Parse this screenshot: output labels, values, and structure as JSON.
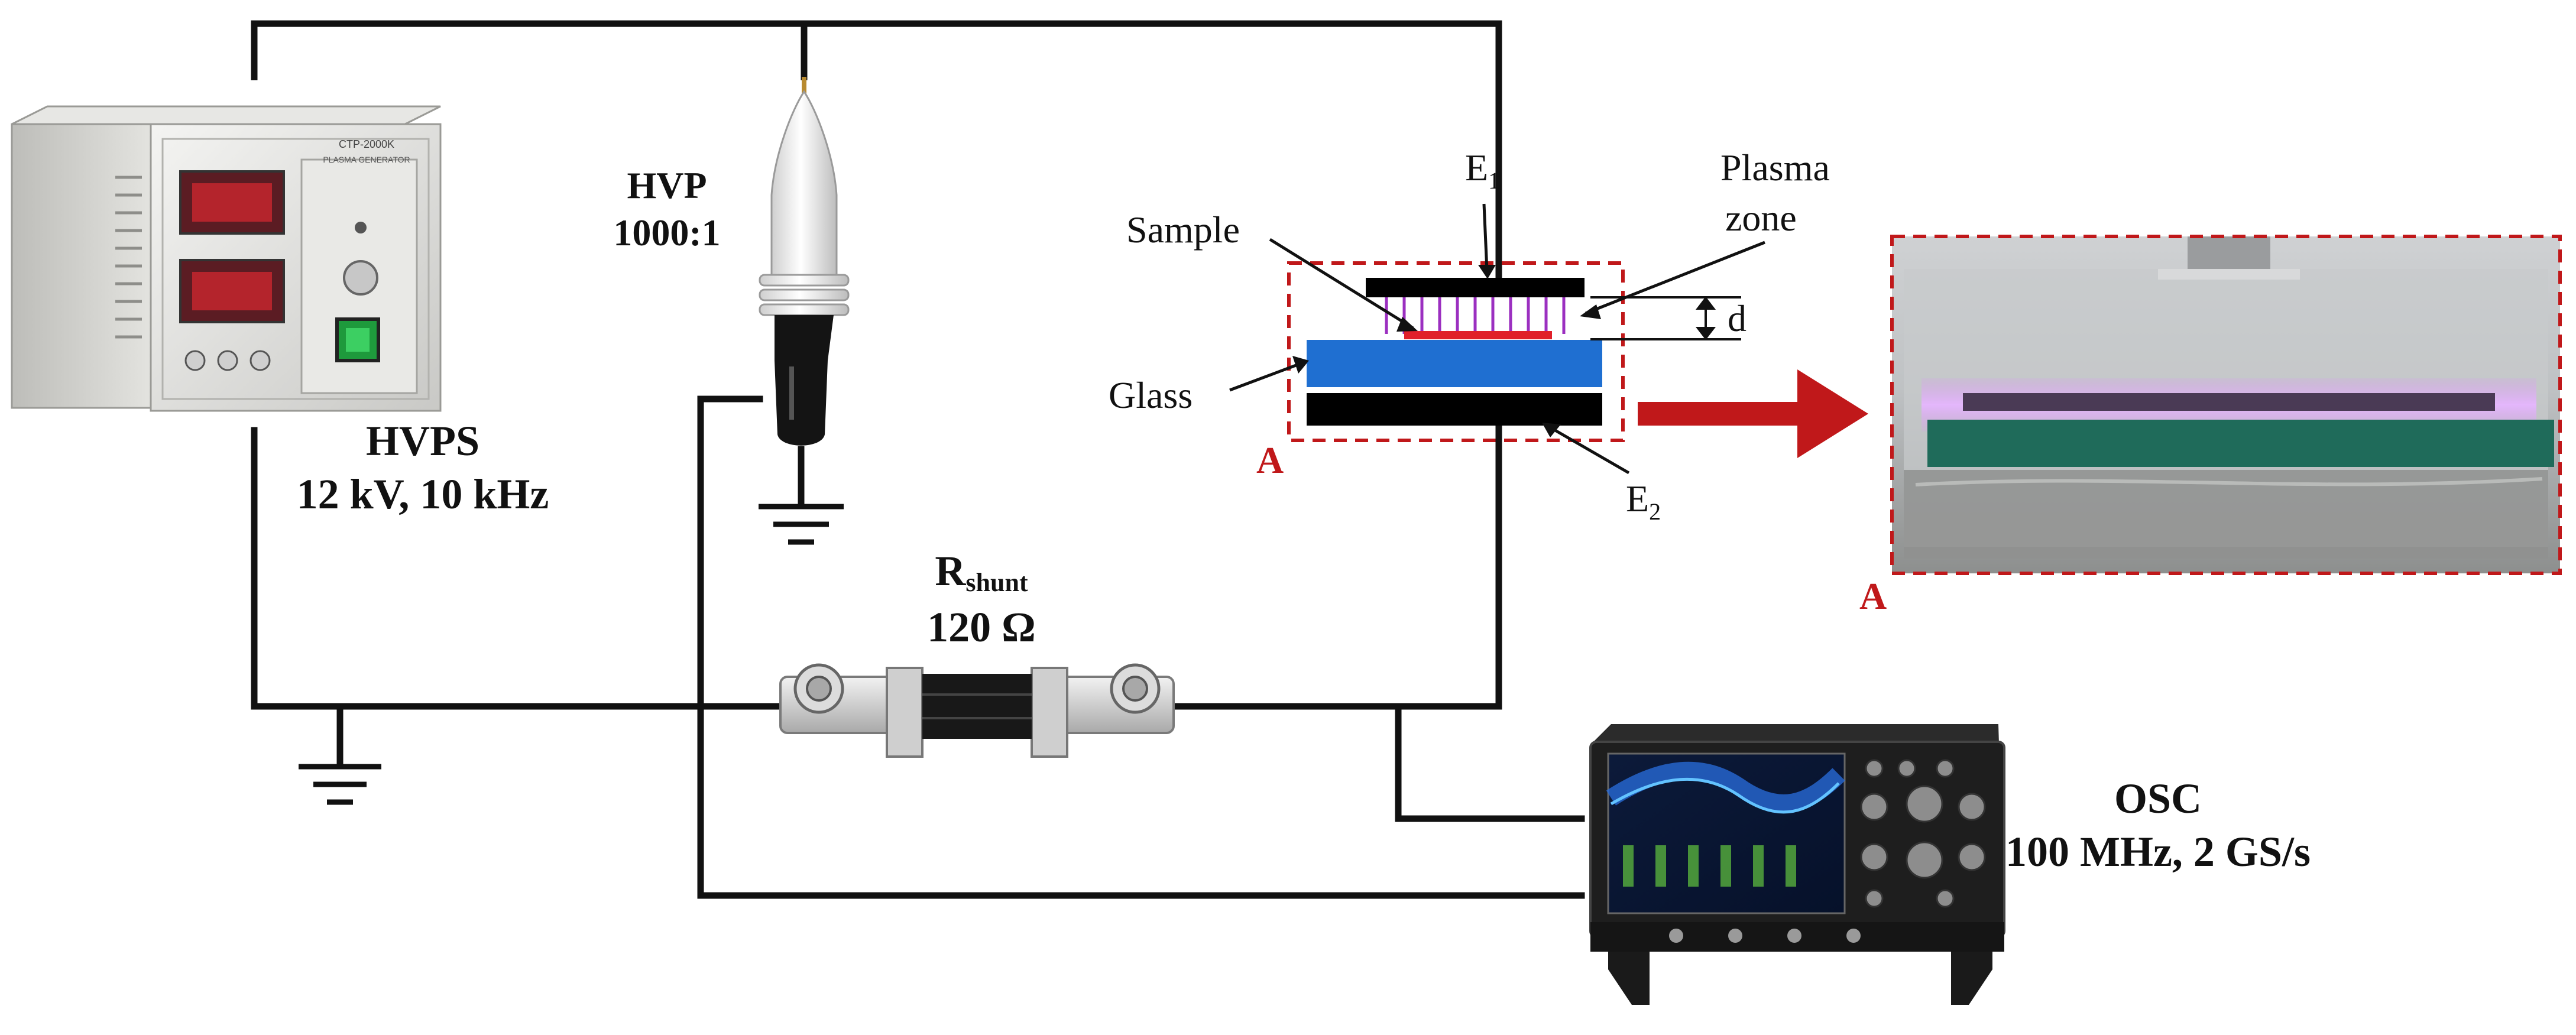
{
  "labels": {
    "hvps_name": "HVPS",
    "hvps_spec": "12 kV, 10 kHz",
    "hvp_name": "HVP",
    "hvp_ratio": "1000:1",
    "rshunt_main": "R",
    "rshunt_sub": "shunt",
    "rshunt_value": "120 Ω",
    "osc_name": "OSC",
    "osc_spec": "100 MHz, 2 GS/s",
    "e1_main": "E",
    "e1_sub": "1",
    "e2_main": "E",
    "e2_sub": "2",
    "plasma_line1": "Plasma",
    "plasma_line2": "zone",
    "sample": "Sample",
    "glass": "Glass",
    "gap": "d",
    "zone_a": "A",
    "zone_a_photo": "A"
  },
  "device_text": {
    "hvps_panel_title": "CTP-2000K",
    "hvps_panel_sub": "PLASMA GENERATOR"
  },
  "colors": {
    "wire": "#111111",
    "electrode": "#000000",
    "glass": "#1f6fd1",
    "sample": "#e0202a",
    "plasma": "#9b2fc0",
    "zone_border": "#c0181a",
    "arrow": "#c0181a",
    "green_dielectric": "#1f6b5a"
  }
}
